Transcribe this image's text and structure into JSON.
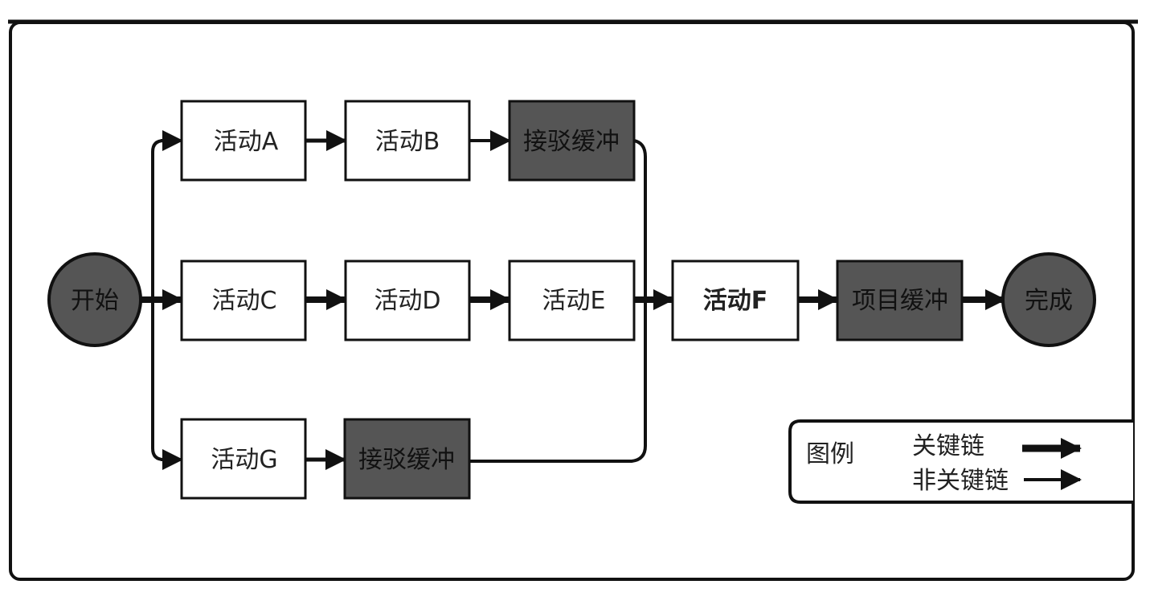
{
  "diagram": {
    "nodes": {
      "start": {
        "label": "开始",
        "shape": "circle",
        "fill": "#555555"
      },
      "a": {
        "label": "活动A",
        "shape": "box",
        "fill": "#ffffff"
      },
      "b": {
        "label": "活动B",
        "shape": "box",
        "fill": "#ffffff"
      },
      "feed_buffer_1": {
        "label": "接驳缓冲",
        "shape": "box",
        "fill": "#555555"
      },
      "c": {
        "label": "活动C",
        "shape": "box",
        "fill": "#ffffff"
      },
      "d": {
        "label": "活动D",
        "shape": "box",
        "fill": "#ffffff"
      },
      "e": {
        "label": "活动E",
        "shape": "box",
        "fill": "#ffffff"
      },
      "f": {
        "label": "活动F",
        "shape": "box",
        "fill": "#ffffff",
        "bold": true
      },
      "project_buffer": {
        "label": "项目缓冲",
        "shape": "box",
        "fill": "#555555"
      },
      "finish": {
        "label": "完成",
        "shape": "circle",
        "fill": "#555555"
      },
      "g": {
        "label": "活动G",
        "shape": "box",
        "fill": "#ffffff"
      },
      "feed_buffer_2": {
        "label": "接驳缓冲",
        "shape": "box",
        "fill": "#555555"
      }
    },
    "edges": [
      {
        "from": "start",
        "to": "a",
        "type": "non-critical"
      },
      {
        "from": "a",
        "to": "b",
        "type": "non-critical"
      },
      {
        "from": "b",
        "to": "feed_buffer_1",
        "type": "non-critical"
      },
      {
        "from": "feed_buffer_1",
        "to": "f",
        "type": "non-critical"
      },
      {
        "from": "start",
        "to": "c",
        "type": "critical"
      },
      {
        "from": "c",
        "to": "d",
        "type": "critical"
      },
      {
        "from": "d",
        "to": "e",
        "type": "critical"
      },
      {
        "from": "e",
        "to": "f",
        "type": "critical"
      },
      {
        "from": "f",
        "to": "project_buffer",
        "type": "critical"
      },
      {
        "from": "project_buffer",
        "to": "finish",
        "type": "critical"
      },
      {
        "from": "start",
        "to": "g",
        "type": "non-critical"
      },
      {
        "from": "g",
        "to": "feed_buffer_2",
        "type": "non-critical"
      },
      {
        "from": "feed_buffer_2",
        "to": "f",
        "type": "non-critical"
      }
    ],
    "legend": {
      "title": "图例",
      "critical_label": "关键链",
      "non_critical_label": "非关键链"
    }
  }
}
